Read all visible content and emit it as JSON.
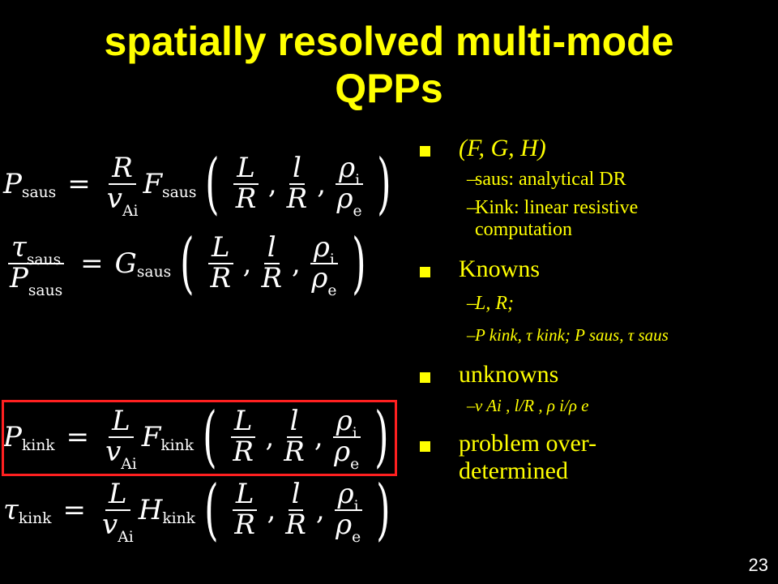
{
  "title": {
    "line1": "spatially resolved multi-mode",
    "line2": "QPPs"
  },
  "equations": [
    {
      "lhs": "P",
      "lhs_sub": "saus",
      "num": "R",
      "den_var": "v",
      "den_sub": "Ai",
      "func": "F",
      "func_sub": "saus"
    },
    {
      "lhs_num": "τ",
      "lhs_num_sub": "saus",
      "lhs_den": "P",
      "lhs_den_sub": "saus",
      "func": "G",
      "func_sub": "saus"
    },
    {
      "lhs": "P",
      "lhs_sub": "kink",
      "num": "L",
      "den_var": "v",
      "den_sub": "Ai",
      "func": "F",
      "func_sub": "kink"
    },
    {
      "lhs": "τ",
      "lhs_sub": "kink",
      "num": "L",
      "den_var": "v",
      "den_sub": "Ai",
      "func": "H",
      "func_sub": "kink"
    }
  ],
  "args": {
    "a1_num": "L",
    "a1_den": "R",
    "a2_num": "l",
    "a2_den": "R",
    "a3_num": "ρ",
    "a3_num_sub": "i",
    "a3_den": "ρ",
    "a3_den_sub": "e"
  },
  "bullets": {
    "b1": "(F, G, H)",
    "b1_sub1": "saus: analytical DR",
    "b1_sub2_line1": "Kink: linear resistive",
    "b1_sub2_line2": "computation",
    "b2": "Knowns",
    "b2_sub1": "L, R;",
    "b2_sub2": "P kink, τ kink; P saus, τ saus",
    "b3": "unknowns",
    "b3_sub1": "v Ai , l/R , ρ i/ρ e",
    "b4_line1": "problem over-",
    "b4_line2": "determined"
  },
  "page_number": "23",
  "colors": {
    "background": "#000000",
    "title": "#ffff00",
    "text": "#ffffff",
    "highlight_box": "#ff2020"
  }
}
